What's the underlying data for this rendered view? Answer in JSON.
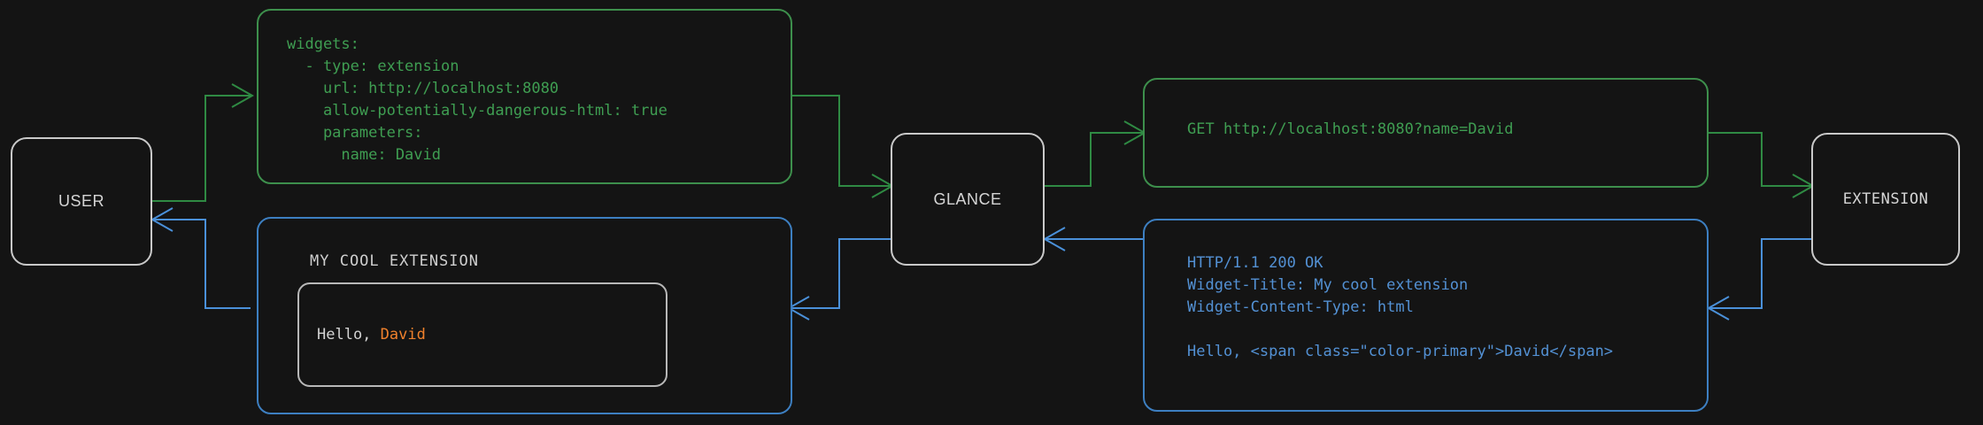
{
  "theme": {
    "background": "#141414",
    "node_border": "#c9c9c9",
    "request_green": "#3f9e52",
    "response_blue": "#5391d4",
    "accent_orange": "#f0812c",
    "text_gray": "#d3d3d3"
  },
  "nodes": [
    {
      "id": "user",
      "label": "USER"
    },
    {
      "id": "glance",
      "label": "GLANCE"
    },
    {
      "id": "extension",
      "label": "EXTENSION"
    }
  ],
  "boxes": {
    "config_yaml": {
      "lines": [
        "widgets:",
        "  - type: extension",
        "    url: http://localhost:8080",
        "    allow-potentially-dangerous-html: true",
        "    parameters:",
        "      name: David"
      ]
    },
    "http_request": {
      "lines": [
        "GET http://localhost:8080?name=David"
      ]
    },
    "http_response": {
      "lines": [
        "HTTP/1.1 200 OK",
        "Widget-Title: My cool extension",
        "Widget-Content-Type: html",
        "",
        "Hello, <span class=\"color-primary\">David</span>"
      ]
    },
    "rendered_widget": {
      "title": "MY COOL EXTENSION",
      "body_prefix": "Hello, ",
      "body_name": "David"
    }
  },
  "edges": [
    {
      "from": "user",
      "to": "config_yaml",
      "kind": "request"
    },
    {
      "from": "config_yaml",
      "to": "glance",
      "kind": "request"
    },
    {
      "from": "glance",
      "to": "http_request",
      "kind": "request"
    },
    {
      "from": "http_request",
      "to": "extension",
      "kind": "request"
    },
    {
      "from": "extension",
      "to": "http_response",
      "kind": "response"
    },
    {
      "from": "http_response",
      "to": "glance",
      "kind": "response"
    },
    {
      "from": "glance",
      "to": "rendered_widget",
      "kind": "response"
    },
    {
      "from": "rendered_widget",
      "to": "user",
      "kind": "response"
    }
  ]
}
